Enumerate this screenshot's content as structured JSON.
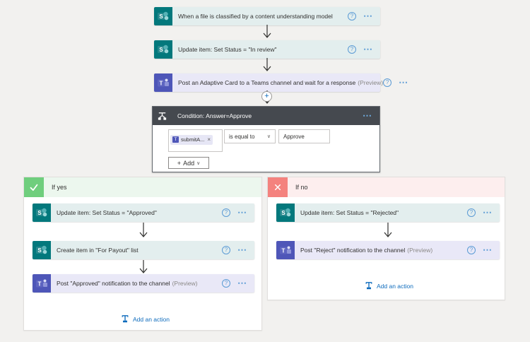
{
  "top_cards": [
    {
      "title": "When a file is classified by a content understanding model",
      "connector": "sharepoint"
    },
    {
      "title": "Update item: Set Status = \"In review\"",
      "connector": "sharepoint"
    },
    {
      "title": "Post an Adaptive Card to a Teams channel and wait for a response",
      "preview": "(Preview)",
      "connector": "teams"
    }
  ],
  "condition": {
    "title": "Condition: Answer=Approve",
    "token_label": "submitA...",
    "operator": "is equal to",
    "value": "Approve",
    "add_label": "Add"
  },
  "branches": {
    "yes": {
      "label": "If yes",
      "cards": [
        {
          "title": "Update item: Set Status = \"Approved\"",
          "connector": "sharepoint"
        },
        {
          "title": "Create item in \"For Payout\" list",
          "connector": "sharepoint"
        },
        {
          "title": "Post \"Approved\" notification to the channel",
          "preview": "(Preview)",
          "connector": "teams"
        }
      ],
      "add_action": "Add an action"
    },
    "no": {
      "label": "If no",
      "cards": [
        {
          "title": "Update item: Set Status = \"Rejected\"",
          "connector": "sharepoint"
        },
        {
          "title": "Post \"Reject\" notification to the channel",
          "preview": "(Preview)",
          "connector": "teams"
        }
      ],
      "add_action": "Add an action"
    }
  },
  "icons": {
    "help": "?",
    "menu": "⋯",
    "plus": "+",
    "chevron": "∨",
    "close": "×",
    "teams_letter": "T"
  },
  "colors": {
    "sharepoint_brand": "#03787c",
    "sharepoint_tint": "#e3eeee",
    "teams_brand": "#4e56b8",
    "teams_tint": "#e9e8f7",
    "condition_header": "#45494f",
    "yes_green": "#6fce7d",
    "yes_tint": "#ecf7ee",
    "no_red": "#f4827e",
    "no_tint": "#fdeeee",
    "link_blue": "#0f6cbd",
    "canvas_background": "#f2f1ef"
  }
}
